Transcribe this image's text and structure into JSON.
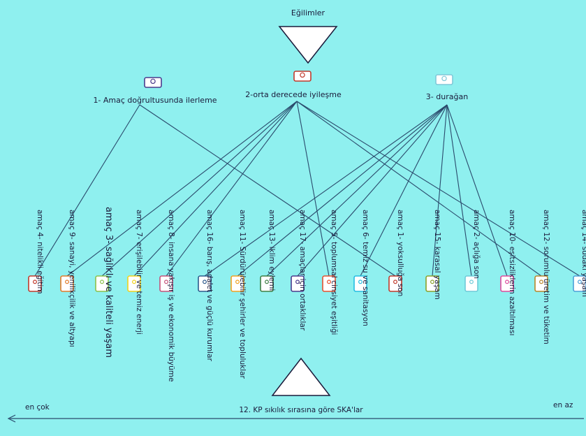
{
  "title": "Eğilimler",
  "bottom_label": "12. KP sıkılık sırasına göre SKA'lar",
  "axis": {
    "left": "en çok",
    "right": "en az"
  },
  "trends": [
    {
      "id": "t1",
      "label": "1- Amaç doğrultusunda ilerleme",
      "color": "#4a3a8c"
    },
    {
      "id": "t2",
      "label": "2-orta derecede iyileşme",
      "color": "#c0392b"
    },
    {
      "id": "t3",
      "label": "3- durağan",
      "color": "#7ec8d8"
    }
  ],
  "goals": [
    {
      "label": "amaç 4- nitelikli eğitim",
      "color": "#c0392b",
      "trend": 0
    },
    {
      "label": "amaç 9- sanayi, yenilikçilik ve altyapı",
      "color": "#e07b2a",
      "trend": 1
    },
    {
      "label": "amaç 3- sağlıklı ve kaliteli yaşam",
      "color": "#8cc04a",
      "trend": 1
    },
    {
      "label": "amaç 7- erişilebilir ve temiz enerji",
      "color": "#f2d21b",
      "trend": 1
    },
    {
      "label": "amaç 8- insana yakışır iş ve ekonomik büyüme",
      "color": "#c4537a",
      "trend": 1
    },
    {
      "label": "amaç 16- barış, adalet ve güçlü kurumlar",
      "color": "#2d5a8c",
      "trend": 2
    },
    {
      "label": "amaç 11- Sürdürülebilir şehirler ve topluluklar",
      "color": "#f0a020",
      "trend": 2
    },
    {
      "label": "amaç 13- iklim eylemi",
      "color": "#3f7e44",
      "trend": 2
    },
    {
      "label": "amaç 17- amaçlar için ortaklıklar",
      "color": "#4a3a8c",
      "trend": 2
    },
    {
      "label": "amaç 5- toplumsal cinsiyet eşitliği",
      "color": "#e5502e",
      "trend": 1
    },
    {
      "label": "amaç 6- temiz su ve sanitasyon",
      "color": "#26bde2",
      "trend": 2
    },
    {
      "label": "amaç 1- yoksulluğa son",
      "color": "#c0392b",
      "trend": 0
    },
    {
      "label": "amaç 15- karasal yaşam",
      "color": "#8ca02a",
      "trend": 2
    },
    {
      "label": "amaç 2- açlığa son",
      "color": "#6ecad8",
      "trend": 2
    },
    {
      "label": "amaç 10- eşitsizliklerin azaltılması",
      "color": "#dd4a9c",
      "trend": 2
    },
    {
      "label": "amaç 12- sorumlu üretim ve tüketim",
      "color": "#b8862a",
      "trend": 1
    },
    {
      "label": "amaç 14- sudaki yaşam",
      "color": "#4aa0d8",
      "trend": 1
    }
  ]
}
